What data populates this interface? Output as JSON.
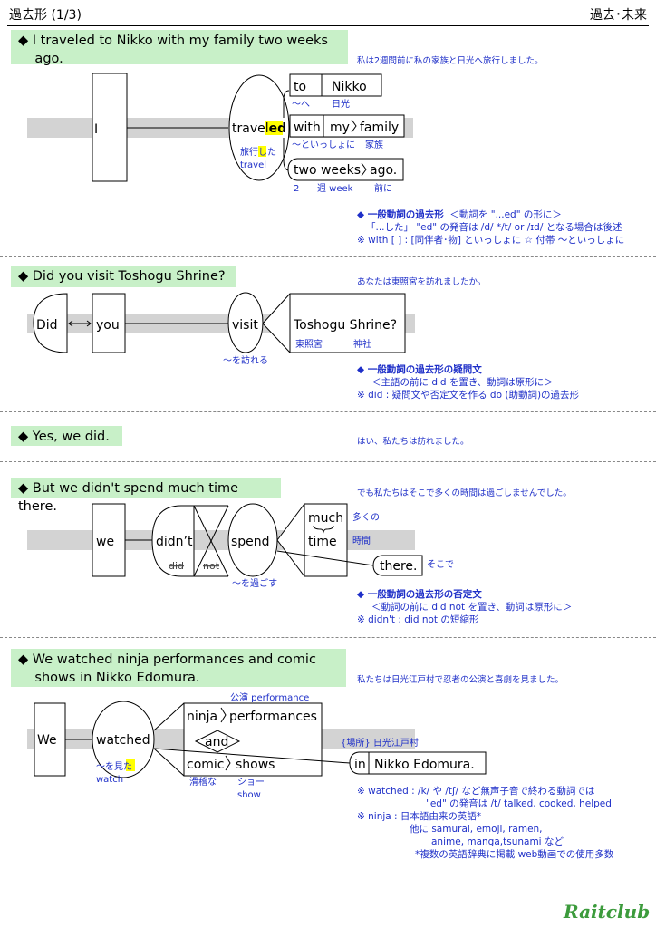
{
  "header": {
    "left": "過去形 (1/3)",
    "right": "過去･未来"
  },
  "s1": {
    "title": "◆ I traveled to Nikko with my family two weeks\n    ago.",
    "jp": "私は2週間前に私の家族と日光へ旅行しました。",
    "subject": "I",
    "verb_base": "travel",
    "verb_suffix": "ed",
    "verb_jp_a": "旅行し",
    "verb_jp_b": "た",
    "verb_gloss": "travel",
    "p1": "to",
    "p1_obj": "Nikko",
    "p1_jp": "～へ",
    "p1_obj_jp": "日光",
    "p2": "with",
    "p2_det": "my",
    "p2_obj": "family",
    "p2_jp": "～といっしょに",
    "p2_obj_jp": "家族",
    "p3_obj": "two weeks",
    "p3_adv": "ago.",
    "p3_jp1": "2",
    "p3_jp2": "週 week",
    "p3_jp3": "前に",
    "note1_title": "◆ 一般動詞の過去形",
    "note1_tail": "＜動詞を \"...ed\" の形に＞",
    "note1_line2": "「...した」 \"ed\" の発音は /d/  */t/ or /ɪd/ となる場合は後述",
    "note1_line3": "※ with [ ] : [同伴者･物] といっしょに  ☆ 付帯 ～といっしょに"
  },
  "s2": {
    "title": "◆ Did you visit Toshogu Shrine?",
    "jp": "あなたは東照宮を訪れましたか。",
    "aux": "Did",
    "subject": "you",
    "verb": "visit",
    "verb_jp": "～を訪れる",
    "object": "Toshogu Shrine?",
    "obj_jp1": "東照宮",
    "obj_jp2": "神社",
    "note_title": "◆ 一般動詞の過去形の疑問文",
    "note_line1": "＜主語の前に did を置き、動詞は原形に＞",
    "note_line2": "※ did :  疑問文や否定文を作る do (助動詞)の過去形"
  },
  "s3": {
    "title": "◆ Yes, we did.",
    "jp": "はい、私たちは訪れました。"
  },
  "s4": {
    "title": "◆ But we didn't spend much time there.",
    "jp": "でも私たちはそこで多くの時間は過ごしませんでした。",
    "subject": "we",
    "aux": "didn’t",
    "aux_a": "did",
    "aux_b": "not",
    "verb": "spend",
    "verb_jp": "～を過ごす",
    "mod": "much",
    "obj": "time",
    "mod_jp": "多くの",
    "obj_jp": "時間",
    "adv": "there.",
    "adv_jp": "そこで",
    "note_title": "◆ 一般動詞の過去形の否定文",
    "note_line1": "＜動詞の前に did not を置き、動詞は原形に＞",
    "note_line2": "※ didn't :  did not の短縮形"
  },
  "s5": {
    "title": "◆ We watched ninja performances and comic\n    shows in Nikko Edomura.",
    "jp": "私たちは日光江戸村で忍者の公演と喜劇を見ました。",
    "subject": "We",
    "verb": "watched",
    "verb_jp_a": "～を見",
    "verb_jp_b": "た",
    "verb_gloss": "watch",
    "o1_mod": "ninja",
    "o1": "performances",
    "o1_jp": "公演 performance",
    "conj": "and",
    "o2_mod": "comic",
    "o2": "shows",
    "o2_mod_jp": "滑稽な",
    "o2_jp": "ショー",
    "o2_gloss": "show",
    "place_jp": "{場所}   日光江戸村",
    "prep": "in",
    "prep_obj": "Nikko Edomura.",
    "note_line1": "※ watched :  /k/ や /tʃ/ など無声子音で終わる動詞では",
    "note_line2": "\"ed\" の発音は /t/  talked, cooked, helped",
    "note_line3": "※ ninja :  日本語由来の英語*",
    "note_line4": "他に samurai, emoji, ramen,",
    "note_line5": "anime, manga,tsunami など",
    "note_line6": "*複数の英語辞典に掲載  web動画での使用多数"
  },
  "brand": "Raitclub",
  "colors": {
    "band": "#c8f0c8",
    "gray_bar": "#d3d3d3",
    "highlight": "#ffff00",
    "jp_blue": "#1e2fc8"
  }
}
